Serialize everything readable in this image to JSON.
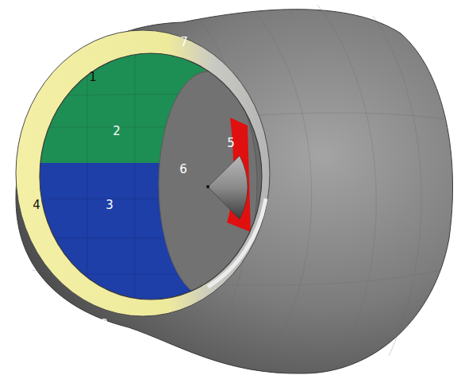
{
  "diagram": {
    "labels": [
      "7",
      "1",
      "2",
      "5",
      "6",
      "4",
      "3",
      "8"
    ]
  }
}
